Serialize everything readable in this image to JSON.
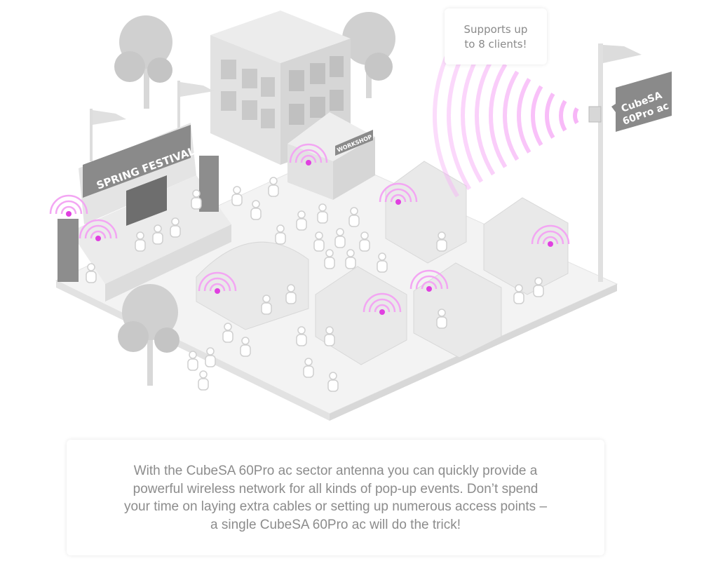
{
  "callout": {
    "line1": "Supports up",
    "line2": "to 8 clients!"
  },
  "signs": {
    "stage": "SPRING FESTIVAL",
    "workshop": "WORKSHOP",
    "antenna_line1": "CubeSA",
    "antenna_line2": "60Pro ac"
  },
  "description": {
    "lines": [
      "With the CubeSA 60Pro ac sector antenna you can quickly provide a",
      "powerful wireless network for all kinds of pop-up events. Don’t spend",
      "your time on laying extra cables or setting up numerous access points –",
      "a single CubeSA 60Pro ac will do the trick!"
    ]
  },
  "colors": {
    "signal": "#f07cf0",
    "ground": "#f2f2f2",
    "structure": "#e6e6e6",
    "sign": "#8a8a8a"
  }
}
